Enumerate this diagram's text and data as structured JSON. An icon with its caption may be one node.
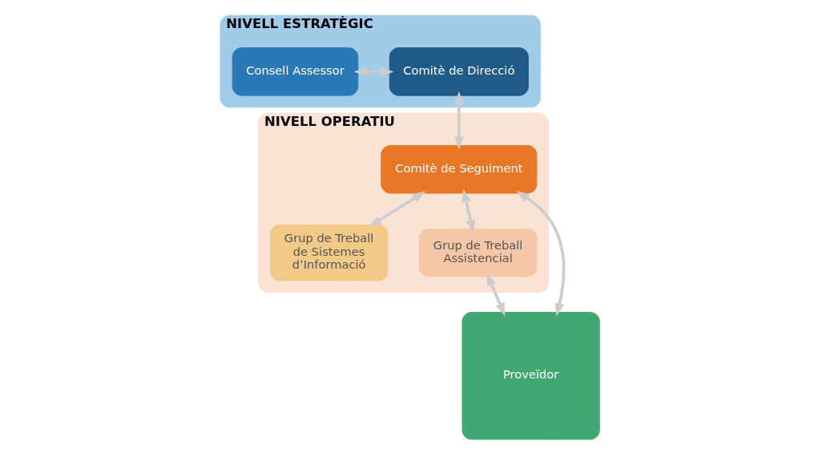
{
  "diagram": {
    "nodes": [
      {
        "text": [
          "NIVELL ESTRATÈGIC"
        ]
      },
      {
        "text": [
          "Comitè de Direcció"
        ],
        "in": 0
      },
      {
        "text": [
          "Consell Assessor"
        ],
        "in": 0
      },
      {
        "text": [
          "NIVELL OPERATIU"
        ]
      },
      {
        "text": [
          "Comitè de Seguiment"
        ],
        "in": 3
      },
      {
        "text": [
          "Grup de Treball de Sistemes d’Informació"
        ],
        "in": 3
      },
      {
        "text": [
          "Grup de Treball Assistencial"
        ],
        "in": 3
      },
      {
        "text": [
          "Proveïdor"
        ]
      }
    ],
    "edges": [
      {
        "from": 1,
        "to": 2,
        "arrow": "both"
      },
      {
        "from": 1,
        "to": 4,
        "arrow": "both"
      },
      {
        "from": 4,
        "to": 7,
        "arrow": "both"
      },
      {
        "from": 4,
        "to": 5,
        "arrow": "both"
      },
      {
        "from": 4,
        "to": 6,
        "arrow": "both"
      },
      {
        "from": 6,
        "to": 7,
        "arrow": "both"
      }
    ]
  }
}
